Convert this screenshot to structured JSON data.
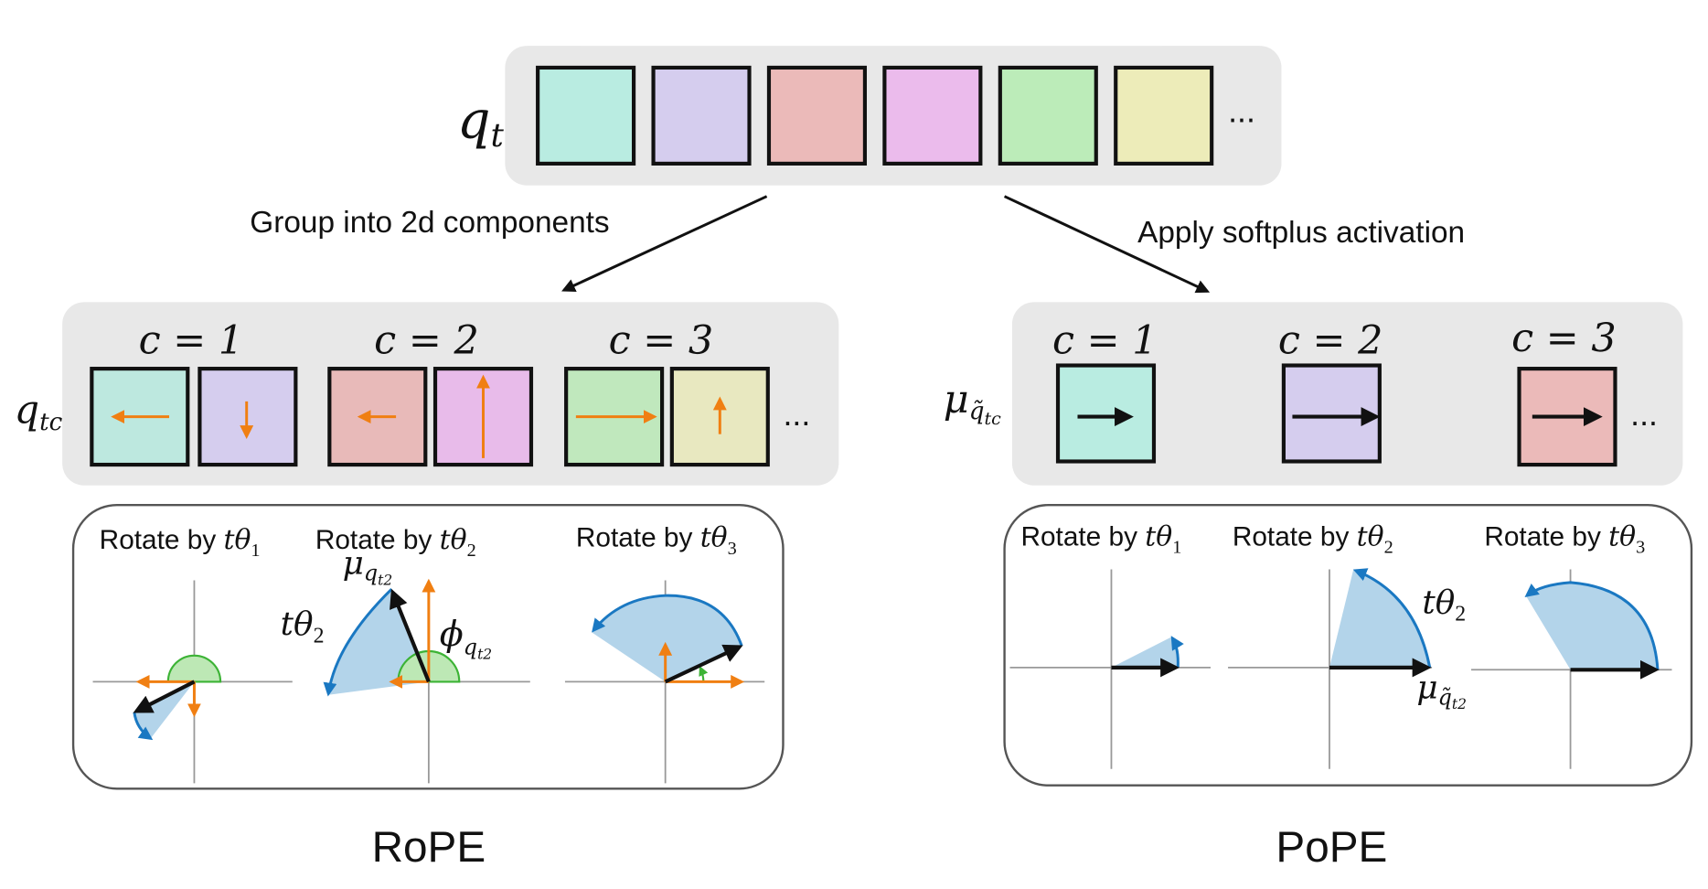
{
  "input": {
    "label": "q",
    "label_sub": "t",
    "ellipsis": "...",
    "colors": [
      "#b9ece1",
      "#d5cdee",
      "#ebbab9",
      "#ebbbec",
      "#bcecb9",
      "#edecb9"
    ]
  },
  "arrows": {
    "left_label": "Group into 2d components",
    "right_label": "Apply softplus activation"
  },
  "rope": {
    "row_label": "q",
    "row_label_sub": "tc",
    "ellipsis": "...",
    "components": [
      {
        "label": "c = 1"
      },
      {
        "label": "c = 2"
      },
      {
        "label": "c = 3"
      }
    ],
    "plots": [
      {
        "title": "Rotate by ",
        "theta": "tθ",
        "sub": "1"
      },
      {
        "title": "Rotate by ",
        "theta": "tθ",
        "sub": "2"
      },
      {
        "title": "Rotate by ",
        "theta": "tθ",
        "sub": "3"
      }
    ],
    "annotations": {
      "angle": "tθ",
      "angle_sub": "2",
      "mu": "μ",
      "mu_sub": "q",
      "mu_subsub": "t2",
      "phi": "ϕ",
      "phi_sub": "q",
      "phi_subsub": "t2"
    },
    "caption": "RoPE"
  },
  "pope": {
    "row_label": "μ",
    "row_label_sub": "q̃",
    "row_label_subsub": "tc",
    "ellipsis": "...",
    "components": [
      {
        "label": "c = 1"
      },
      {
        "label": "c = 2"
      },
      {
        "label": "c = 3"
      }
    ],
    "plots": [
      {
        "title": "Rotate by ",
        "theta": "tθ",
        "sub": "1"
      },
      {
        "title": "Rotate by ",
        "theta": "tθ",
        "sub": "2"
      },
      {
        "title": "Rotate by ",
        "theta": "tθ",
        "sub": "3"
      }
    ],
    "annotations": {
      "angle": "tθ",
      "angle_sub": "2",
      "mu": "μ",
      "mu_sub": "q̃",
      "mu_subsub": "t2"
    },
    "caption": "PoPE"
  },
  "colors": {
    "wedge": "#b3d4ea",
    "arc": "#1a78c2",
    "orange": "#f07f12",
    "green": "#3cb335"
  }
}
